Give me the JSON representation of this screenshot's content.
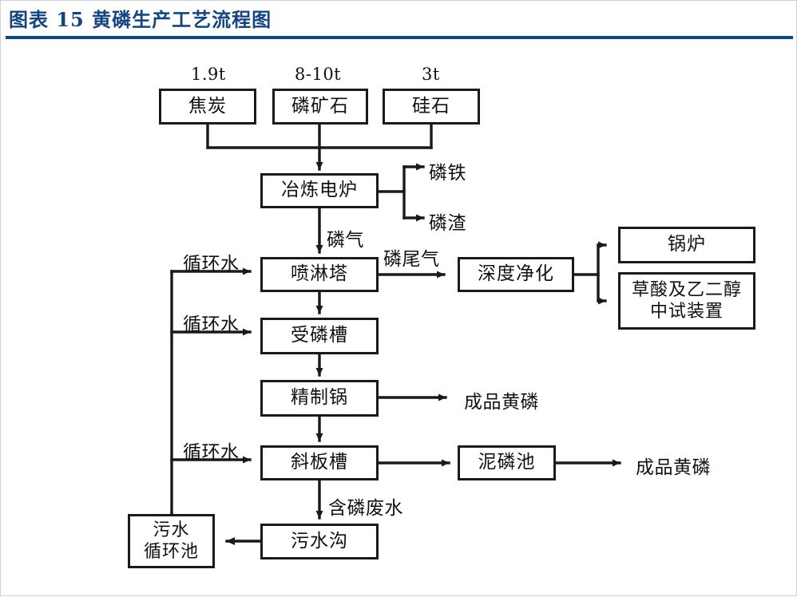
{
  "header": {
    "title": "图表 15  黄磷生产工艺流程图",
    "accent_color": "#14457e"
  },
  "diagram": {
    "type": "process-flow",
    "line_color": "#1a1a1a",
    "box_fill": "#ffffff",
    "quantities": [
      {
        "id": "qty-coke",
        "text": "1.9t"
      },
      {
        "id": "qty-ore",
        "text": "8-10t"
      },
      {
        "id": "qty-silica",
        "text": "3t"
      }
    ],
    "nodes": [
      {
        "id": "coke",
        "label": "焦炭"
      },
      {
        "id": "phos-ore",
        "label": "磷矿石"
      },
      {
        "id": "silica",
        "label": "硅石"
      },
      {
        "id": "furnace",
        "label": "冶炼电炉"
      },
      {
        "id": "spray-tower",
        "label": "喷淋塔"
      },
      {
        "id": "deep-purify",
        "label": "深度净化"
      },
      {
        "id": "boiler",
        "label": "锅炉"
      },
      {
        "id": "pilot-plant",
        "label": "草酸及乙二醇\n中试装置",
        "line1": "草酸及乙二醇",
        "line2": "中试装置"
      },
      {
        "id": "phos-tank",
        "label": "受磷槽"
      },
      {
        "id": "refine-pot",
        "label": "精制锅"
      },
      {
        "id": "incline-tank",
        "label": "斜板槽"
      },
      {
        "id": "mud-pond",
        "label": "泥磷池"
      },
      {
        "id": "waste-ditch",
        "label": "污水沟"
      },
      {
        "id": "waste-pond",
        "label": "污水\n循环池",
        "line1": "污水",
        "line2": "循环池"
      }
    ],
    "edge_labels": [
      {
        "id": "ferro-phos",
        "text": "磷铁"
      },
      {
        "id": "phos-slag",
        "text": "磷渣"
      },
      {
        "id": "phos-gas",
        "text": "磷气"
      },
      {
        "id": "phos-tail-gas",
        "text": "磷尾气"
      },
      {
        "id": "recycle-water-1",
        "text": "循环水"
      },
      {
        "id": "recycle-water-2",
        "text": "循环水"
      },
      {
        "id": "recycle-water-3",
        "text": "循环水"
      },
      {
        "id": "product-phos-1",
        "text": "成品黄磷"
      },
      {
        "id": "product-phos-2",
        "text": "成品黄磷"
      },
      {
        "id": "phos-wastewater",
        "text": "含磷废水"
      }
    ]
  }
}
